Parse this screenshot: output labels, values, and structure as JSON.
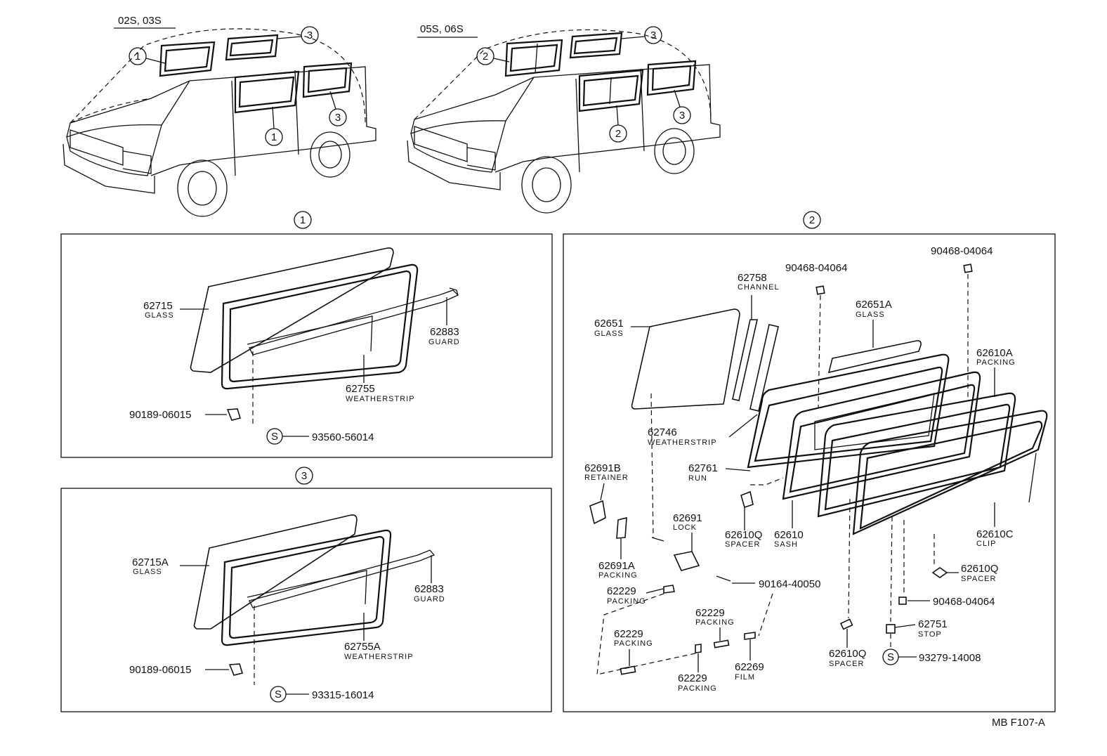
{
  "top": {
    "left_codes": "02S, 03S",
    "right_codes": "05S, 06S",
    "circle_1": "1",
    "circle_2": "2",
    "circle_3": "3"
  },
  "sections": {
    "s1": "1",
    "s2": "2",
    "s3": "3"
  },
  "panel1": {
    "glass_no": "62715",
    "glass_name": "GLASS",
    "guard_no": "62883",
    "guard_name": "GUARD",
    "ws_no": "62755",
    "ws_name": "WEATHERSTRIP",
    "clip_no": "90189-06015",
    "s_mark": "S",
    "s_no": "93560-56014"
  },
  "panel3": {
    "glass_no": "62715A",
    "glass_name": "GLASS",
    "guard_no": "62883",
    "guard_name": "GUARD",
    "ws_no": "62755A",
    "ws_name": "WEATHERSTRIP",
    "clip_no": "90189-06015",
    "s_mark": "S",
    "s_no": "93315-16014"
  },
  "panel2": {
    "p62758_no": "62758",
    "p62758_name": "CHANNEL",
    "p90468a": "90468-04064",
    "p90468b": "90468-04064",
    "p62651_no": "62651",
    "p62651_name": "GLASS",
    "p62651a_no": "62651A",
    "p62651a_name": "GLASS",
    "p62610a_no": "62610A",
    "p62610a_name": "PACKING",
    "p62746_no": "62746",
    "p62746_name": "WEATHERSTRIP",
    "p62691b_no": "62691B",
    "p62691b_name": "RETAINER",
    "p62761_no": "62761",
    "p62761_name": "RUN",
    "p62691_no": "62691",
    "p62691_name": "LOCK",
    "p62610q1_no": "62610Q",
    "p62610q1_name": "SPACER",
    "p62610_no": "62610",
    "p62610_name": "SASH",
    "p62610c_no": "62610C",
    "p62610c_name": "CLIP",
    "p62691a_no": "62691A",
    "p62691a_name": "PACKING",
    "p62229a_no": "62229",
    "p62229a_name": "PACKING",
    "p90164": "90164-40050",
    "p62610q2_no": "62610Q",
    "p62610q2_name": "SPACER",
    "p90468c": "90468-04064",
    "p62229b_no": "62229",
    "p62229b_name": "PACKING",
    "p62229c_no": "62229",
    "p62229c_name": "PACKING",
    "p62751_no": "62751",
    "p62751_name": "STOP",
    "p62610q3_no": "62610Q",
    "p62610q3_name": "SPACER",
    "s_mark": "S",
    "p93279": "93279-14008",
    "p62269_no": "62269",
    "p62269_name": "FILM",
    "p62229d_no": "62229",
    "p62229d_name": "PACKING"
  },
  "footer": {
    "ref": "MB F107-A"
  }
}
